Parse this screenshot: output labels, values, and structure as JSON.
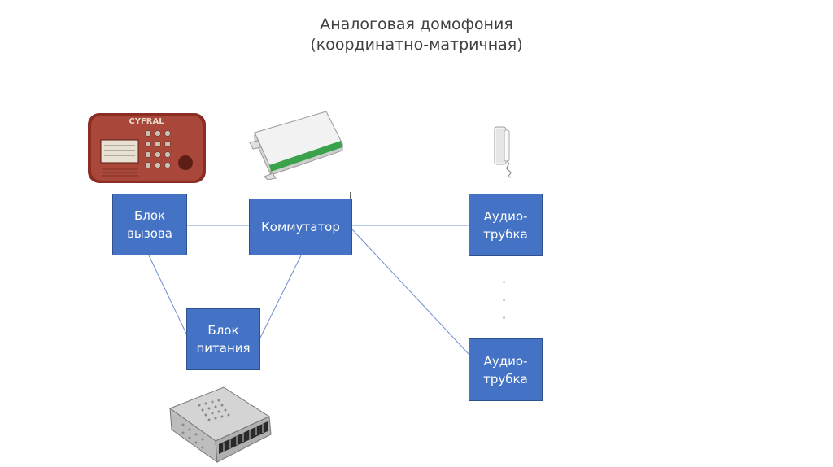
{
  "title": {
    "line1": "Аналоговая домофония",
    "line2": "(координатно-матричная)"
  },
  "nodes": {
    "call_unit": [
      "Блок",
      "вызова"
    ],
    "switch": [
      "Коммутатор"
    ],
    "power_unit": [
      "Блок",
      "питания"
    ],
    "handset_1": [
      "Аудио-",
      "трубка"
    ],
    "handset_2": [
      "Аудио-",
      "трубка"
    ]
  },
  "ellipsis": [
    "·",
    "·",
    "·"
  ],
  "panel_brand": "CYFRAL",
  "colors": {
    "node_fill": "#4472c4",
    "node_border": "#2f528f",
    "line": "#6f8fce",
    "title_text": "#404040"
  },
  "icons": [
    "intercom-call-panel-icon",
    "switch-box-icon",
    "handset-phone-icon",
    "power-supply-icon"
  ]
}
